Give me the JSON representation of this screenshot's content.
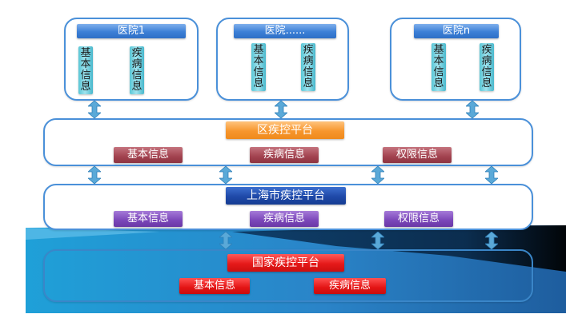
{
  "hospitals": [
    {
      "name": "医院1",
      "info_boxes": [
        "基本信息",
        "疾病信息"
      ]
    },
    {
      "name": "医院......",
      "info_boxes": [
        "基本信息",
        "疾病信息"
      ]
    },
    {
      "name": "医院n",
      "info_boxes": [
        "基本信息",
        "疾病信息"
      ]
    }
  ],
  "district": {
    "title": "区疾控平台",
    "items": [
      "基本信息",
      "疾病信息",
      "权限信息"
    ]
  },
  "shanghai": {
    "title": "上海市疾控平台",
    "items": [
      "基本信息",
      "疾病信息",
      "权限信息"
    ]
  },
  "national": {
    "title": "国家疾控平台",
    "items": [
      "基本信息",
      "疾病信息"
    ]
  },
  "colors": {
    "panel_border": "#4a90d9",
    "hospital_title": "#3c7fd6",
    "info_box": "#6ecfdd",
    "district_title": "#f7962d",
    "district_items": "#a2424f",
    "shanghai_title": "#1f49a8",
    "shanghai_items": "#7a46b8",
    "national_title": "#e61a1a",
    "national_items": "#e31414",
    "arrows": "#5aa9d8"
  }
}
